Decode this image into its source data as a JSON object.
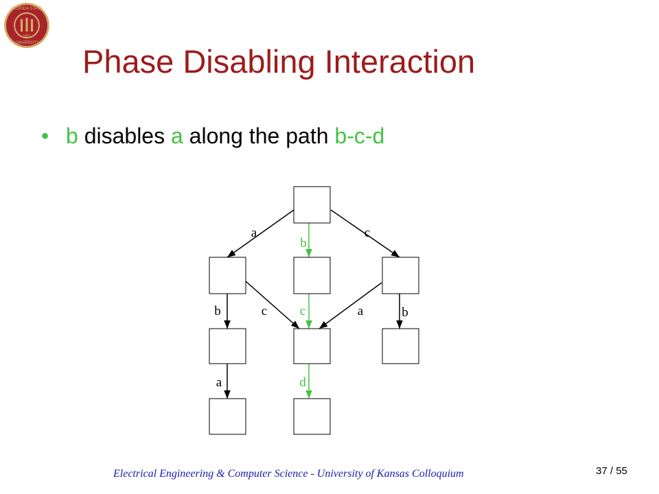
{
  "slide": {
    "title": "Phase Disabling Interaction",
    "bullet": {
      "p1": "b",
      "p2": " disables ",
      "p3": "a",
      "p4": " along the path ",
      "p5": "b-c-d"
    },
    "footer": "Electrical Engineering & Computer Science - University of Kansas Colloquium",
    "page": {
      "current": "37",
      "separator": " / ",
      "total": "55"
    },
    "logo": {
      "text_top": "FLORIDA STATE",
      "text_bottom": "UNIVERSITY",
      "year": "1851"
    }
  },
  "colors": {
    "title": "#9c1c1c",
    "highlight": "#44c244",
    "footer": "#1a1ab0",
    "edge": "#000000",
    "logo_red": "#a8242c",
    "logo_gold": "#d4b06a"
  },
  "diagram": {
    "nodes": [
      "n0",
      "n1",
      "n2",
      "n3",
      "n4",
      "n5",
      "n6",
      "n7",
      "n8"
    ],
    "edges": [
      {
        "from": "n0",
        "to": "n1",
        "label": "a",
        "highlight": false
      },
      {
        "from": "n0",
        "to": "n2",
        "label": "b",
        "highlight": true
      },
      {
        "from": "n0",
        "to": "n3",
        "label": "c",
        "highlight": false
      },
      {
        "from": "n1",
        "to": "n4",
        "label": "b",
        "highlight": false
      },
      {
        "from": "n1",
        "to": "n5",
        "label": "c",
        "highlight": false
      },
      {
        "from": "n2",
        "to": "n5",
        "label": "c",
        "highlight": true
      },
      {
        "from": "n3",
        "to": "n5",
        "label": "a",
        "highlight": false
      },
      {
        "from": "n3",
        "to": "n6",
        "label": "b",
        "highlight": false
      },
      {
        "from": "n4",
        "to": "n7",
        "label": "a",
        "highlight": false
      },
      {
        "from": "n5",
        "to": "n8",
        "label": "d",
        "highlight": true
      }
    ]
  }
}
